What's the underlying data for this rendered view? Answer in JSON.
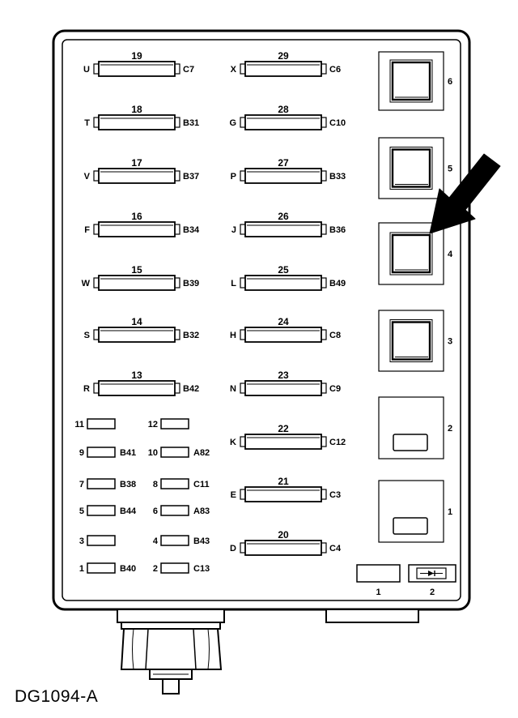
{
  "caption": "DG1094-A",
  "large_fuses": [
    {
      "num": "19",
      "left": "U",
      "right": "C7"
    },
    {
      "num": "18",
      "left": "T",
      "right": "B31"
    },
    {
      "num": "17",
      "left": "V",
      "right": "B37"
    },
    {
      "num": "16",
      "left": "F",
      "right": "B34"
    },
    {
      "num": "15",
      "left": "W",
      "right": "B39"
    },
    {
      "num": "14",
      "left": "S",
      "right": "B32"
    },
    {
      "num": "13",
      "left": "R",
      "right": "B42"
    },
    {
      "num": "29",
      "left": "X",
      "right": "C6"
    },
    {
      "num": "28",
      "left": "G",
      "right": "C10"
    },
    {
      "num": "27",
      "left": "P",
      "right": "B33"
    },
    {
      "num": "26",
      "left": "J",
      "right": "B36"
    },
    {
      "num": "25",
      "left": "L",
      "right": "B49"
    },
    {
      "num": "24",
      "left": "H",
      "right": "C8"
    },
    {
      "num": "23",
      "left": "N",
      "right": "C9"
    },
    {
      "num": "22",
      "left": "K",
      "right": "C12"
    },
    {
      "num": "21",
      "left": "E",
      "right": "C3"
    },
    {
      "num": "20",
      "left": "D",
      "right": "C4"
    }
  ],
  "small_fuses": [
    {
      "num": "11",
      "right": ""
    },
    {
      "num": "12",
      "right": ""
    },
    {
      "num": "9",
      "right": "B41"
    },
    {
      "num": "10",
      "right": "A82"
    },
    {
      "num": "7",
      "right": "B38"
    },
    {
      "num": "8",
      "right": "C11"
    },
    {
      "num": "5",
      "right": "B44"
    },
    {
      "num": "6",
      "right": "A83"
    },
    {
      "num": "3",
      "right": ""
    },
    {
      "num": "4",
      "right": "B43"
    },
    {
      "num": "1",
      "right": "B40"
    },
    {
      "num": "2",
      "right": "C13"
    }
  ],
  "relays": [
    {
      "num": "6",
      "style": "square"
    },
    {
      "num": "5",
      "style": "square"
    },
    {
      "num": "4",
      "style": "square",
      "highlighted": true
    },
    {
      "num": "3",
      "style": "square"
    },
    {
      "num": "2",
      "style": "slot"
    },
    {
      "num": "1",
      "style": "slot"
    }
  ],
  "bottom_components": [
    {
      "num": "1",
      "icon": "blank-connector"
    },
    {
      "num": "2",
      "icon": "diode-icon"
    }
  ],
  "indicator": {
    "type": "arrow",
    "points_to_relay": "4"
  }
}
